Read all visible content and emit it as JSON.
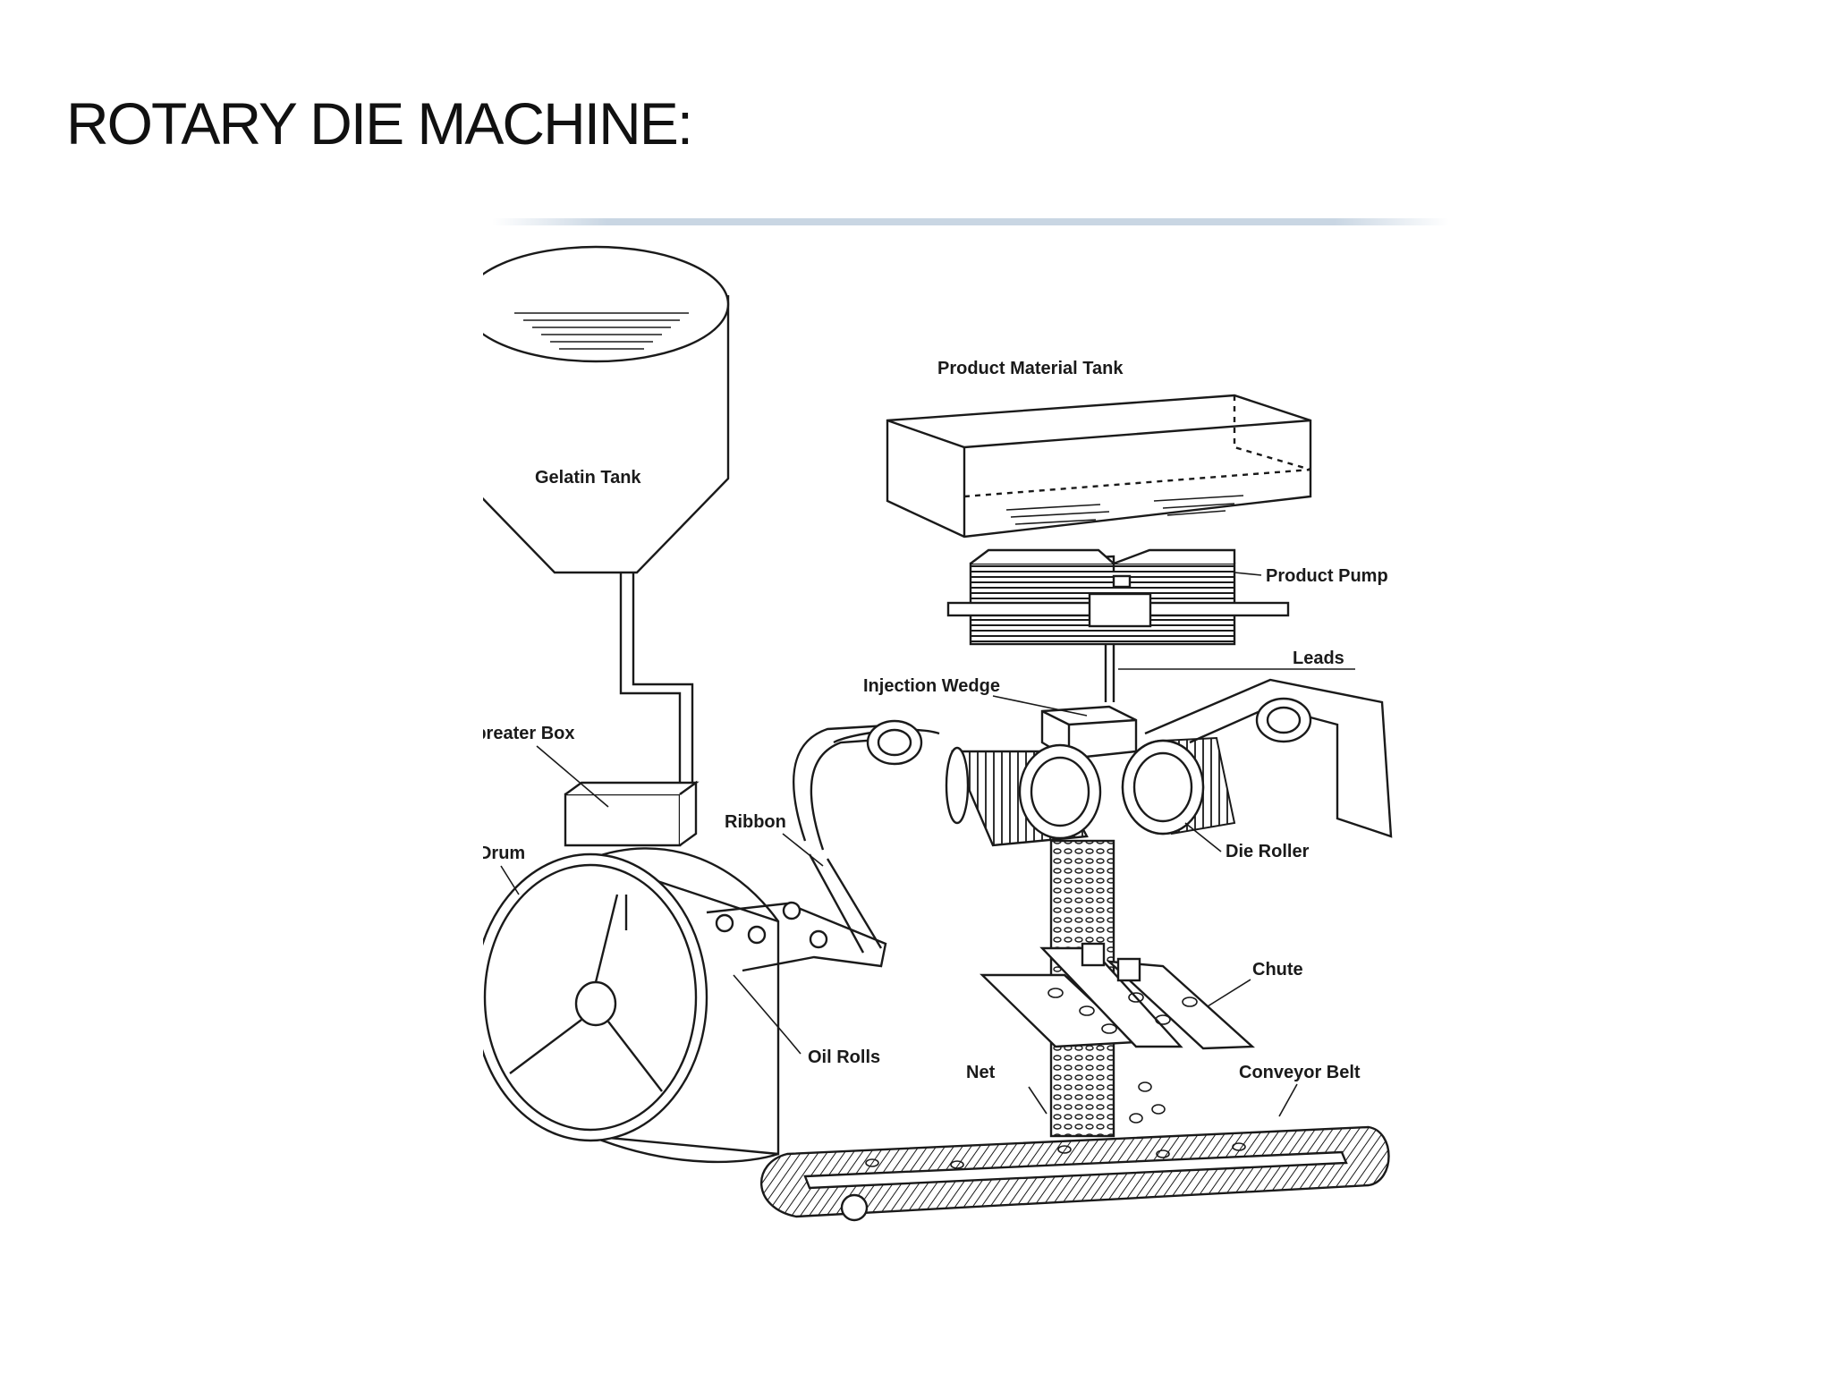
{
  "slide": {
    "title": "ROTARY DIE MACHINE:"
  },
  "diagram": {
    "labels": {
      "gelatin_tank": "Gelatin Tank",
      "product_material_tank": "Product Material Tank",
      "product_pump": "Product Pump",
      "leads": "Leads",
      "injection_wedge": "Injection Wedge",
      "spreader_box": "Spreater Box",
      "ribbon": "Ribbon",
      "cooling_drum": "Cooling Drum",
      "die_roller": "Die Roller",
      "chute": "Chute",
      "oil_rolls": "Oil Rolls",
      "net": "Net",
      "conveyor_belt": "Conveyor Belt"
    }
  },
  "colors": {
    "ink": "#1a1a1a",
    "background": "#ffffff",
    "rule": "#c9d6e3"
  }
}
